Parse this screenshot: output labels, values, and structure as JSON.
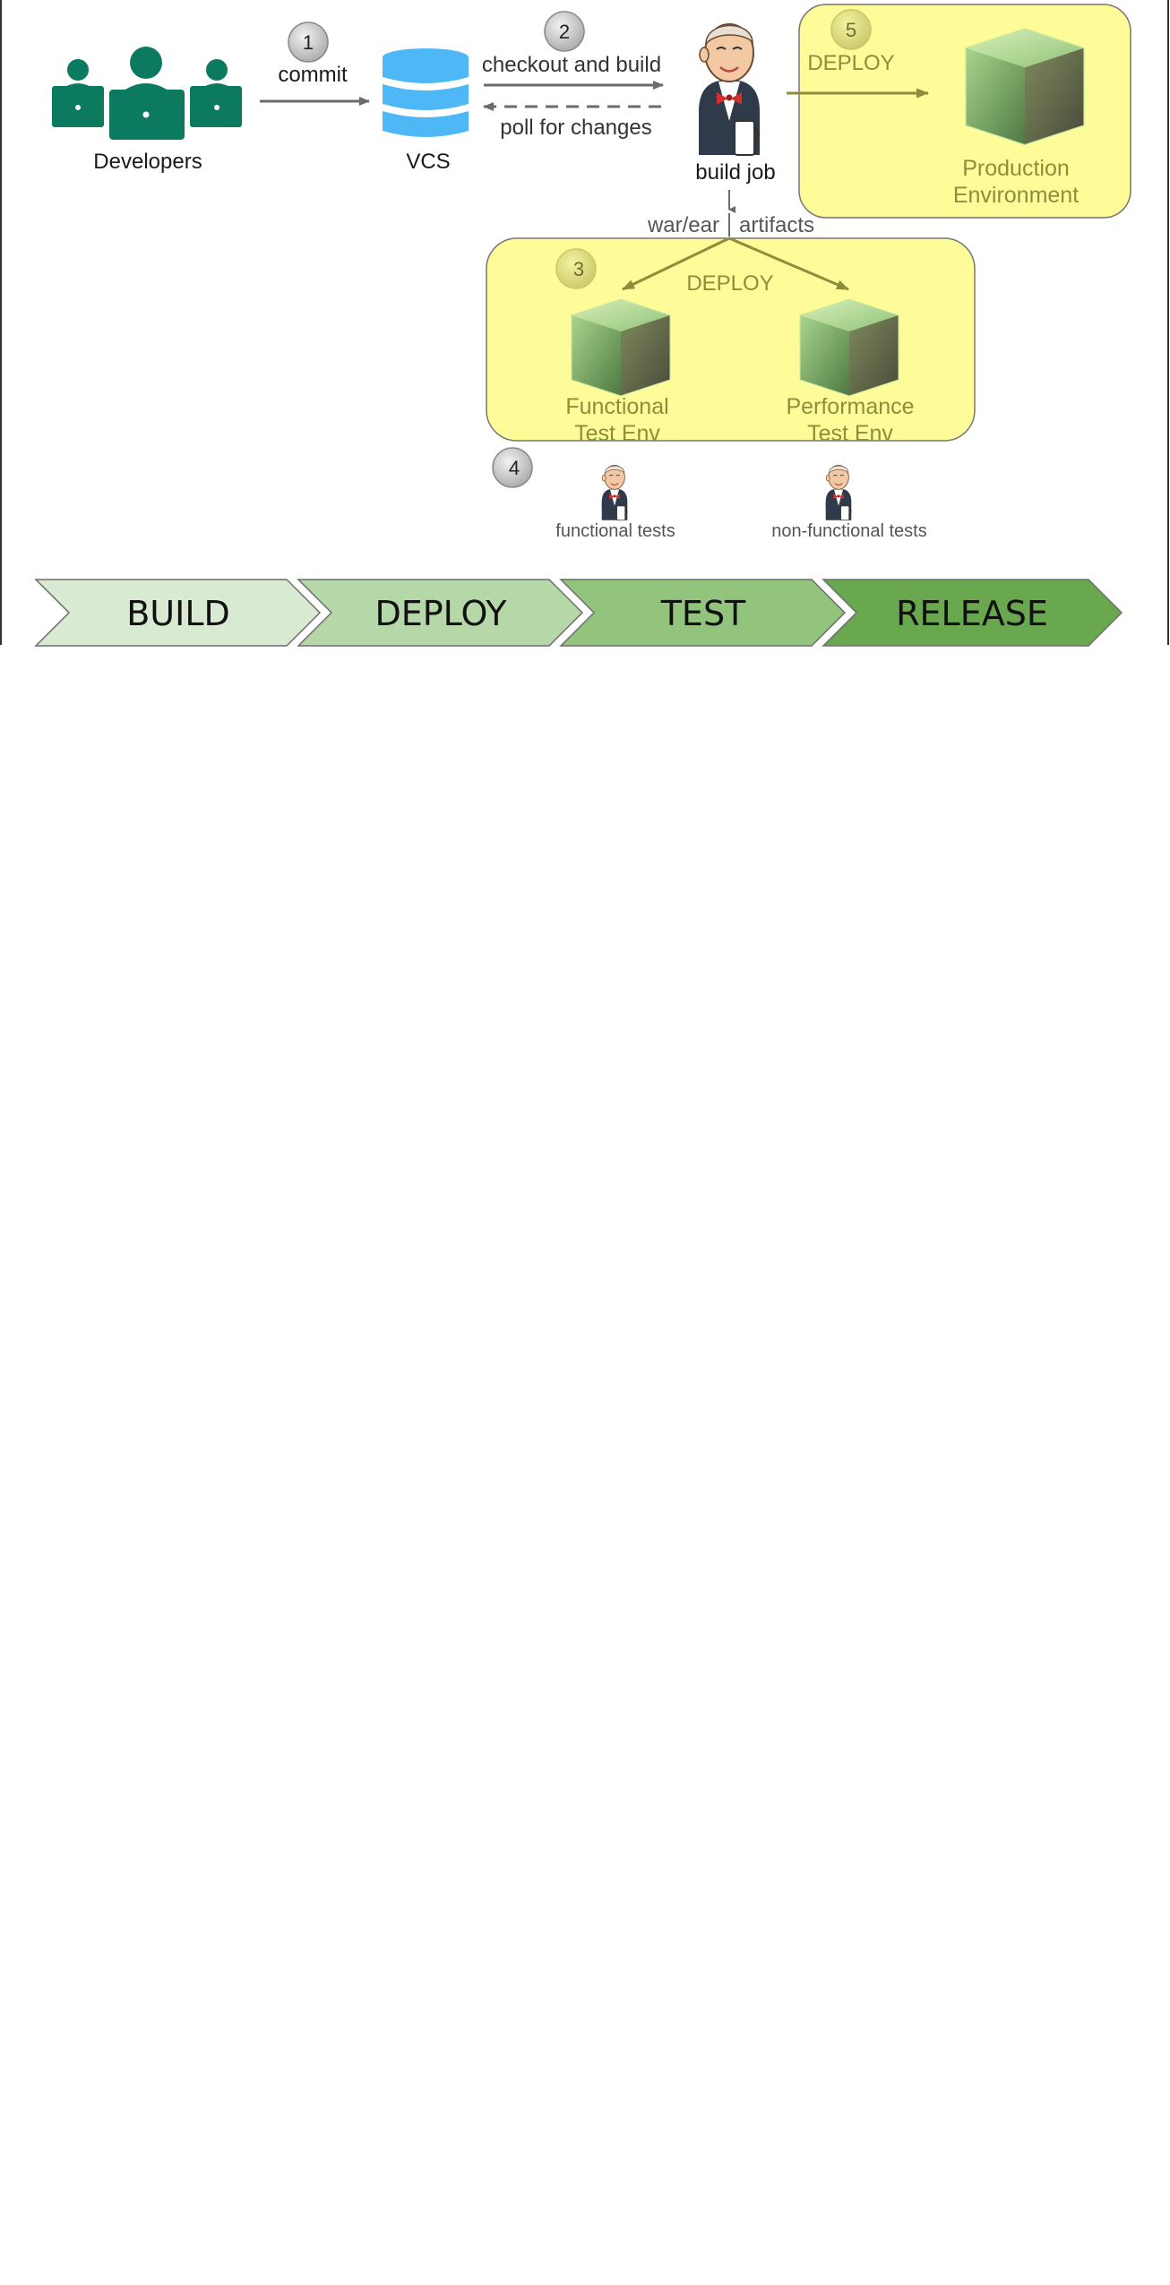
{
  "actors": {
    "developers_label": "Developers",
    "vcs_label": "VCS",
    "build_job_label": "build job"
  },
  "steps": {
    "s1": "1",
    "s2": "2",
    "s3": "3",
    "s4": "4",
    "s5": "5"
  },
  "edges": {
    "commit": "commit",
    "checkout_and_build": "checkout and build",
    "poll_for_changes": "poll for changes",
    "artifacts_left": "war/ear",
    "artifacts_right": "artifacts",
    "deploy_test": "DEPLOY",
    "deploy_prod": "DEPLOY"
  },
  "environments": {
    "production": [
      "Production",
      "Environment"
    ],
    "functional": [
      "Functional",
      "Test Env"
    ],
    "performance": [
      "Performance",
      "Test Env"
    ]
  },
  "tests": {
    "functional": "functional tests",
    "non_functional": "non-functional tests"
  },
  "pipeline": [
    "BUILD",
    "DEPLOY",
    "TEST",
    "RELEASE"
  ],
  "colors": {
    "developer_green": "#0b7a5f",
    "vcs_blue": "#4db8f5",
    "env_yellow": "#fdfc99",
    "env_text": "#8d8d3c",
    "stage_fills": [
      "#d9ead3",
      "#b6d7a8",
      "#93c47d",
      "#6aa84f"
    ]
  }
}
